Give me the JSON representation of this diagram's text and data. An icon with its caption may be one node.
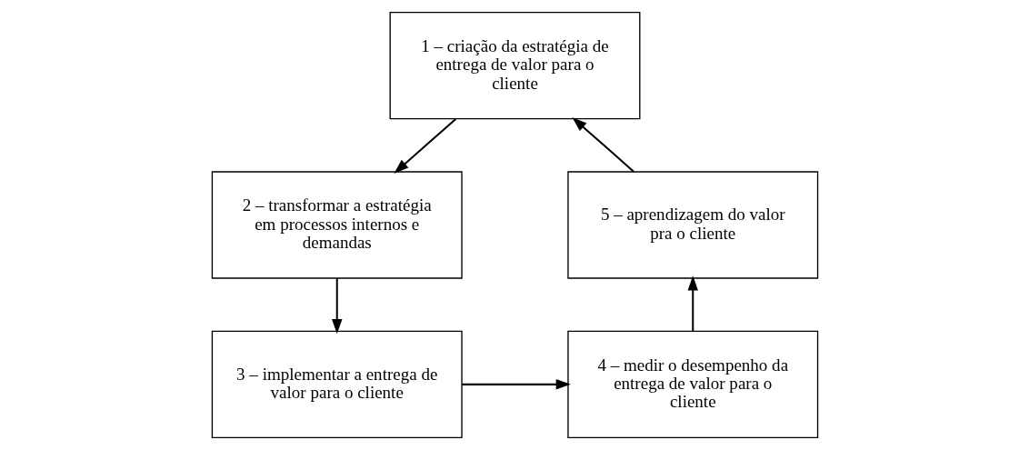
{
  "diagram": {
    "nodes": [
      {
        "text": [
          "1 – criação da estratégia de entrega de valor para o cliente"
        ]
      },
      {
        "text": [
          "2 – transformar a estratégia em processos internos e demandas"
        ]
      },
      {
        "text": [
          "3 – implementar a entrega de valor para o cliente"
        ]
      },
      {
        "text": [
          "4 – medir o desempenho da entrega de valor para o cliente"
        ]
      },
      {
        "text": [
          "5 – aprendizagem do valor pra o cliente"
        ]
      }
    ],
    "edges": [
      {
        "from": 4,
        "to": 0,
        "arrow": "to"
      },
      {
        "from": 0,
        "to": 1,
        "arrow": "to"
      },
      {
        "from": 1,
        "to": 2,
        "arrow": "to"
      },
      {
        "from": 2,
        "to": 3,
        "arrow": "to"
      },
      {
        "from": 3,
        "to": 4,
        "arrow": "to"
      }
    ]
  }
}
